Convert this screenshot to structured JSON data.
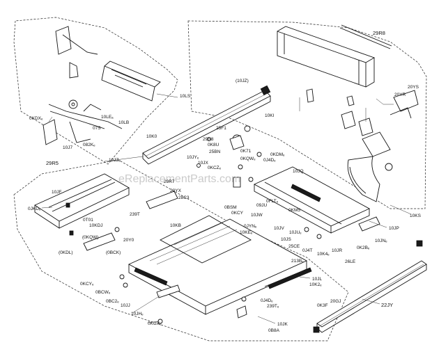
{
  "watermark": "eReplacementParts.com",
  "labels": {
    "l_10JZ_top": "(10JZ)",
    "l_29R8": "29R8",
    "l_20YS": "20YS",
    "l_20YR": "20YR",
    "l_10LS_r": "10LS",
    "l_10LB": "10LB",
    "l_10LE": "10LEₐ",
    "l_07S": "07S",
    "l_0KDXe": "0KDXₑ",
    "l_082Ke": "082Kₑ",
    "l_10J7": "10J7",
    "l_10K0": "10K0",
    "l_10KI": "10KI",
    "l_25F1": "25F1",
    "l_29R8b": "29R8",
    "l_0K8U": "0K8U",
    "l_25BN": "25BN",
    "l_10JZe": "10JZₑ",
    "l_10JYe": "10JYₑ",
    "l_10JX": "10JX",
    "l_0KCZ": "0KCZₑ",
    "l_0K71": "0K71",
    "l_0KQWe": "0KQWₑ",
    "l_0KDMe": "0KDMₑ",
    "l_0J4D": "0J4Dₑ",
    "l_10JQ": "10JQ",
    "l_29R5": "29R5",
    "l_10JF": "10JF",
    "l_29R7": "29R7",
    "l_20YX": "20YX",
    "l_28C3": "28C3",
    "l_0FLT": "0FLTₑ",
    "l_10KS": "10KS",
    "l_0JKDe": "0JKDₑ",
    "l_0T01": "0T01",
    "l_10KDJ": "10KDJ",
    "l_239T": "239T",
    "l_10KB": "10KB",
    "l_0BSM": "0BSM",
    "l_0KCY": "0KCY",
    "l_09JU": "09JU",
    "l_0KM5": "0KM5",
    "l_10JW": "10JW",
    "l_10JV": "10JV",
    "l_10JU": "10JUₑ",
    "l_10JS": "10JS",
    "l_0JYNe": "0JYNₑ",
    "l_10KEe": "10KEₑ",
    "l_0KQW_p": "(0KQW)",
    "l_20Y0": "20Y0",
    "l_0BCK": "(0BCK)",
    "l_0KDL": "(0KDL)",
    "l_25CE": "25CE",
    "l_0J4T": "0J4T",
    "l_10K4e": "10K4ₑ",
    "l_10JR": "10JR",
    "l_213Be": "213Bₑ",
    "l_10JP": "10JP",
    "l_0K2Be": "0K2Bₑ",
    "l_10JNe": "10JNₑ",
    "l_26LE": "26LE",
    "l_0KCYe": "0KCYₑ",
    "l_0BCWe": "0BCWₑ",
    "l_0BC2e": "0BC2ₑ",
    "l_10JJ": "10JJ",
    "l_10JL": "10JL",
    "l_10K2e": "10K2ₑ",
    "l_0J4Dm": "0J4Dₑ",
    "l_239Te": "239Tₑ",
    "l_0K3F": "0K3F",
    "l_20GJ": "20GJ",
    "l_22JY": "22JY",
    "l_10JHe": "10JHₑ",
    "l_10JK": "10JK",
    "l_0B8A": "0B8A",
    "l_0KCXe": "0KCXₑ"
  },
  "icons": {
    "table_top": "saw-table-top-icon",
    "fence_rail": "fence-rail-icon",
    "blade_guard": "blade-guard-icon"
  }
}
